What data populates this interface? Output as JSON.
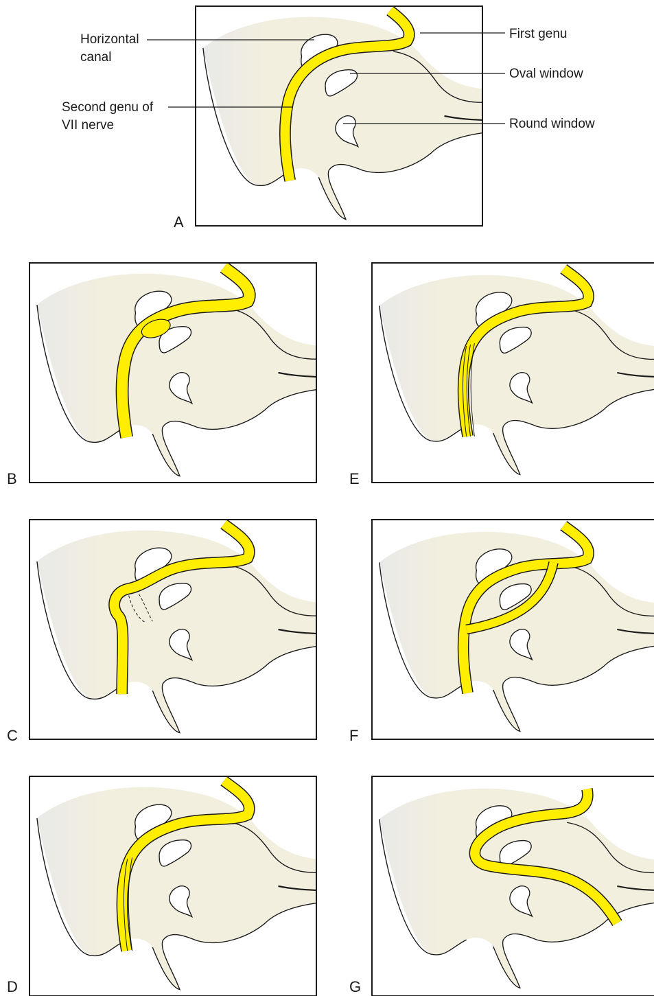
{
  "labels": {
    "horizontal_canal_1": "Horizontal",
    "horizontal_canal_2": "canal",
    "second_genu_1": "Second genu of",
    "second_genu_2": "VII nerve",
    "first_genu": "First genu",
    "oval_window": "Oval window",
    "round_window": "Round window"
  },
  "panels": [
    "A",
    "B",
    "C",
    "D",
    "E",
    "F",
    "G"
  ],
  "colors": {
    "bone": "#f3efdf",
    "bone_shade": "#e8e8e6",
    "nerve": "#ffee00",
    "outline": "#1a1a1a",
    "background": "#ffffff"
  }
}
